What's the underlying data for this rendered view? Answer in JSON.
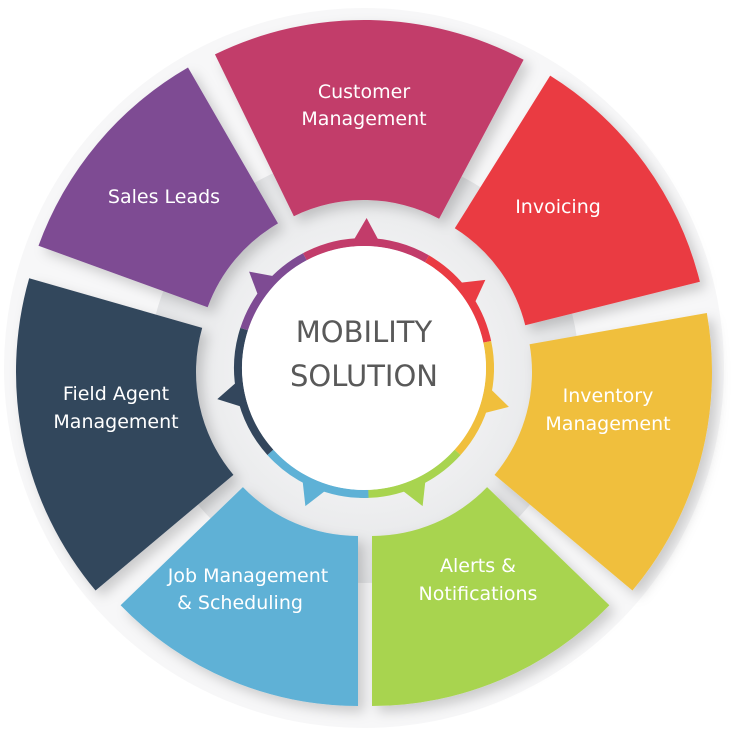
{
  "diagram": {
    "center": {
      "line1": "MOBILITY",
      "line2": "SOLUTION"
    },
    "segments": [
      {
        "id": "customer-management",
        "line1": "Customer",
        "line2": "Management",
        "color": "#c23c6a"
      },
      {
        "id": "invoicing",
        "line1": "Invoicing",
        "line2": "",
        "color": "#ea3b43"
      },
      {
        "id": "inventory-management",
        "line1": "Inventory",
        "line2": "Management",
        "color": "#f0bf3c"
      },
      {
        "id": "alerts-notifications",
        "line1": "Alerts &",
        "line2": "Notifications",
        "color": "#a8d44f"
      },
      {
        "id": "job-management-scheduling",
        "line1": "Job Management",
        "line2": "& Scheduling",
        "color": "#5eb1d6"
      },
      {
        "id": "field-agent-management",
        "line1": "Field Agent",
        "line2": "Management",
        "color": "#33465c"
      },
      {
        "id": "sales-leads",
        "line1": "Sales Leads",
        "line2": "",
        "color": "#7e4b93"
      }
    ]
  }
}
